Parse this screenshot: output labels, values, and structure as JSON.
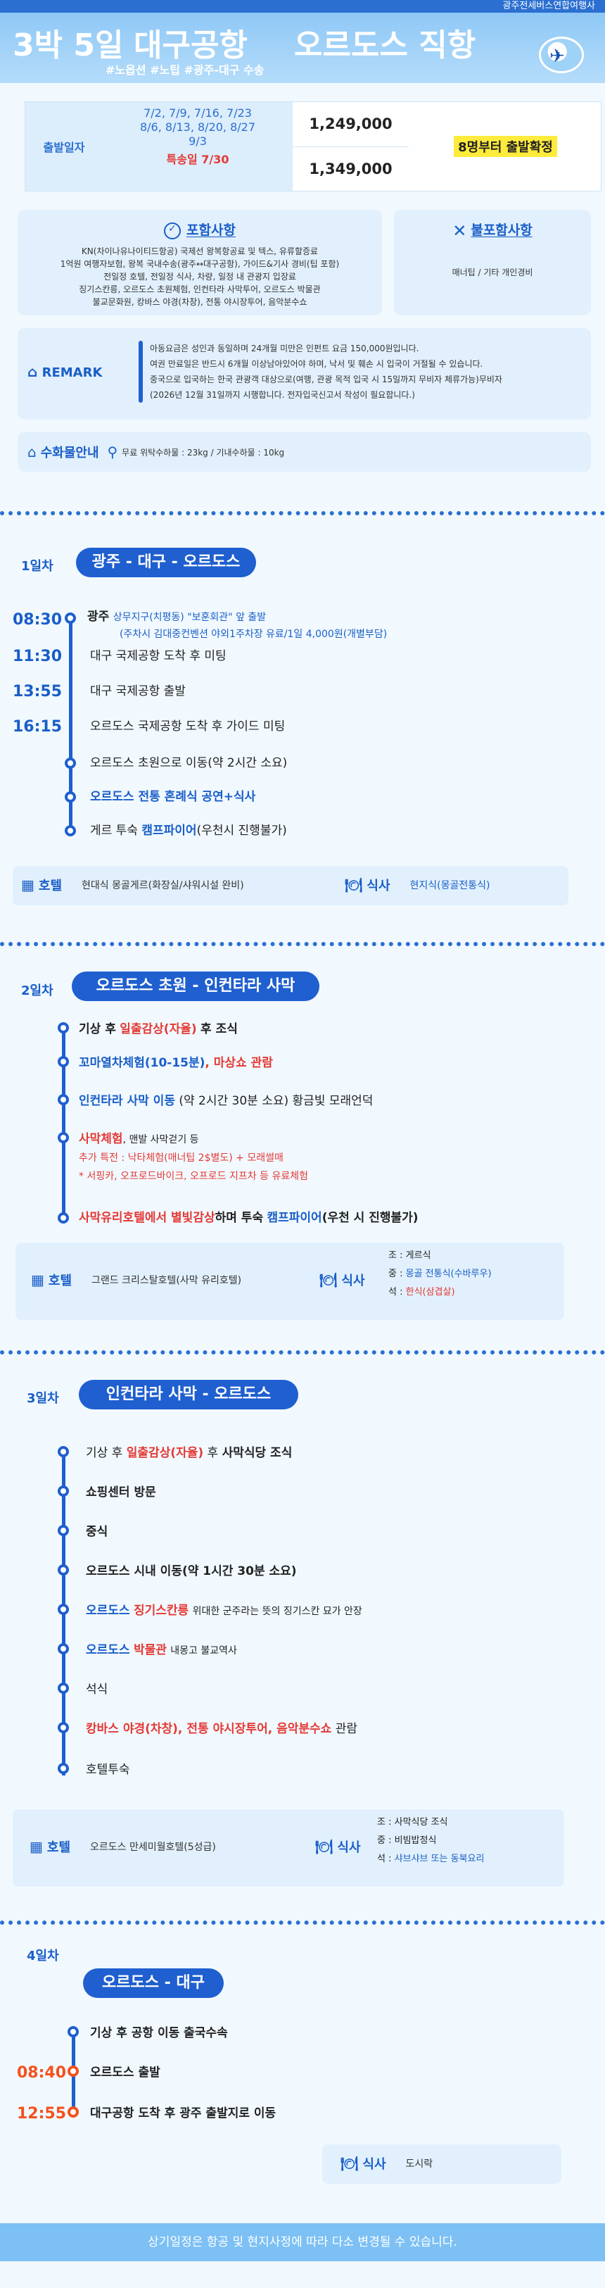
{
  "header": {
    "company": "광주전세버스연합여행사"
  },
  "hero": {
    "duration": "3박 5일",
    "origin": "대구공항",
    "destination": "오르도스 직항",
    "tags": "#노옵션 #노팁 #광주-대구 수송"
  },
  "price": {
    "label": "출발일자",
    "dates_line1": "7/2, 7/9, 7/16, 7/23",
    "dates_line2": "8/6, 8/13, 8/20, 8/27",
    "dates_line3": "9/3",
    "special_date": "특송일 7/30",
    "price_regular": "1,249,000",
    "price_special": "1,349,000",
    "note": "8명부터 출발확정"
  },
  "included": {
    "title": "포함사항",
    "line1": "KN(차이나유나이티드항공) 국제선 왕복항공료 및 텍스, 유류할증료",
    "line2": "1억원 여행자보험, 왕복 국내수송(광주↔대구공항), 가이드&기사 경비(팁 포함)",
    "line3": "전일정 호텔, 전일정 식사, 차량, 일정 내 관광지 입장료",
    "line4": "징기스칸릉, 오르도스 초원체험, 인컨타라 사막투어, 오르도스 박물관",
    "line5": "불교문화원, 캉바스 야경(차창), 전통 야시장투어, 음악분수쇼"
  },
  "excluded": {
    "title": "불포함사항",
    "text": "매너팁 / 기타 개인경비"
  },
  "remark": {
    "title": "REMARK",
    "line1": "아동요금은 성인과 동일하며 24개월 미만은 인펀트 요금 150,000원입니다.",
    "line2": "여권 만료일은 반드시 6개월 이상남아있어야 하며, 낙서 및 훼손 시 입국이 거절될 수 있습니다.",
    "line3": "중국으로 입국하는 한국 관광객 대상으로(여행, 관광 목적 입국 시 15일까지 무비자 체류가능)무비자",
    "line4": "(2026년 12월 31일까지 시행합니다. 전자입국신고서 작성이 필요합니다.)"
  },
  "baggage": {
    "title": "수화물안내",
    "text": "무료 위탁수하물 : 23kg / 기내수하물 : 10kg"
  },
  "day1": {
    "label": "1일차",
    "route": "광주 - 대구 - 오르도스",
    "t1": "08:30",
    "e1_a": "광주",
    "e1_b": "상무지구(치평동) \"보훈회관\" 앞 출발",
    "e1_c": "(주차시 김대중컨벤션 야외1주차장 유료/1일 4,000원(개별부담)",
    "t2": "11:30",
    "e2": "대구 국제공항 도착 후 미팅",
    "t3": "13:55",
    "e3": "대구 국제공항 출발",
    "t4": "16:15",
    "e4": "오르도스 국제공항 도착 후 가이드 미팅",
    "e5": "오르도스 초원으로 이동(약 2시간 소요)",
    "e6": "오르도스 전통 혼례식 공연+식사",
    "e7_a": "게르 투숙",
    "e7_b": "캠프파이어",
    "e7_c": "(우천시 진행불가)",
    "hotel_label": "호텔",
    "hotel": "현대식 몽골게르(화장실/샤워시설 완비)",
    "meal_label": "식사",
    "meal": "현지식(몽골전통식)"
  },
  "day2": {
    "label": "2일차",
    "route": "오르도스 초원 - 인컨타라 사막",
    "e1_a": "기상 후",
    "e1_b": "일출감상(자율)",
    "e1_c": "후 조식",
    "e2_a": "꼬마열차체험(10-15분)",
    "e2_b": ", 마상쇼 관람",
    "e3_a": "인컨타라 사막 이동",
    "e3_b": "(약 2시간 30분 소요) 황금빛 모래언덕",
    "e4_a": "사막체험",
    "e4_b": ", 맨발 사막걷기 등",
    "e4_c": "추가 특전 : 낙타체험(매너팁 2$별도) + 모래썰매",
    "e4_d": "* 서핑카, 오프로드바이크, 오프로드 지프차 등 유료체험",
    "e5_a": "사막유리호텔에서 별빛감상",
    "e5_b": "하며 투숙",
    "e5_c": "캠프파이어",
    "e5_d": "(우천 시 진행불가)",
    "hotel_label": "호텔",
    "hotel": "그랜드 크리스탈호텔(사막 유리호텔)",
    "meal_label": "식사",
    "meal_b": "조 : 게르식",
    "meal_l_a": "중 : ",
    "meal_l_b": "몽골 전통식(수바루우)",
    "meal_d_a": "석 : ",
    "meal_d_b": "한식(삼겹살)"
  },
  "day3": {
    "label": "3일차",
    "route": "인컨타라 사막 - 오르도스",
    "e1_a": "기상 후",
    "e1_b": "일출감상(자율)",
    "e1_c": "후",
    "e1_d": "사막식당 조식",
    "e2": "쇼핑센터 방문",
    "e3": "중식",
    "e4": "오르도스 시내 이동(약 1시간 30분 소요)",
    "e5_a": "오르도스",
    "e5_b": "징기스칸릉",
    "e5_c": "위대한 군주라는 뜻의 징기스칸 묘가 안장",
    "e6_a": "오르도스",
    "e6_b": "박물관",
    "e6_c": "내몽고 불교역사",
    "e7": "석식",
    "e8": "캉바스 야경(차창), 전통 야시장투어, 음악분수쇼",
    "e8_b": "관람",
    "e9": "호텔투숙",
    "hotel_label": "호텔",
    "hotel": "오르도스 만세미월호텔(5성급)",
    "meal_label": "식사",
    "meal_b": "조 : 사막식당 조식",
    "meal_l": "중 : 비빔밥정식",
    "meal_d_a": "석 : ",
    "meal_d_b": "샤브샤브 또는 동북요리"
  },
  "day4": {
    "label": "4일차",
    "route": "오르도스 - 대구",
    "e1": "기상 후 공항 이동 출국수속",
    "t2": "08:40",
    "e2": "오르도스 출발",
    "t3": "12:55",
    "e3": "대구공항 도착 후 광주 출발지로 이동",
    "meal_label": "식사",
    "meal": "도시락"
  },
  "footer": {
    "text": "상기일정은 항공 및 현지사정에 따라 다소 변경될 수 있습니다."
  }
}
